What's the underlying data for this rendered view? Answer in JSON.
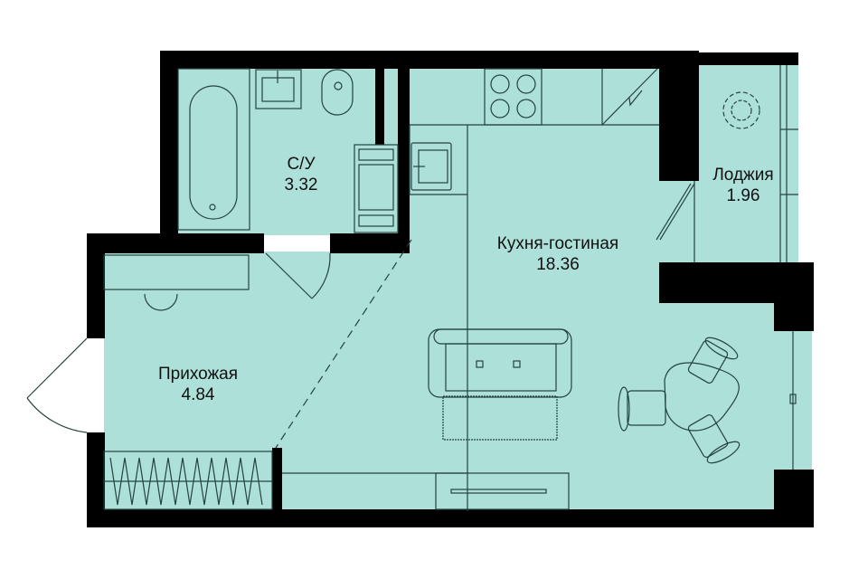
{
  "plan": {
    "colors": {
      "floor": "#aee0da",
      "wall": "#000000",
      "line": "#24423e"
    },
    "rooms": [
      {
        "id": "bathroom",
        "name": "С/У",
        "area": "3.32"
      },
      {
        "id": "kitchen-living",
        "name": "Кухня-гостиная",
        "area": "18.36"
      },
      {
        "id": "loggia",
        "name": "Лоджия",
        "area": "1.96"
      },
      {
        "id": "hallway",
        "name": "Прихожая",
        "area": "4.84"
      }
    ]
  }
}
